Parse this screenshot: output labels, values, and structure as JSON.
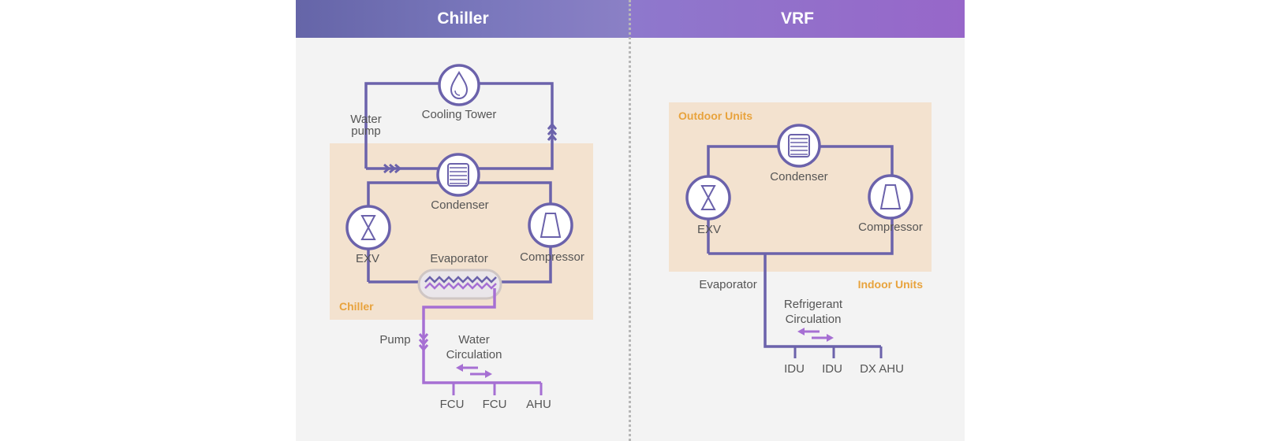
{
  "headers": {
    "left": "Chiller",
    "right": "VRF"
  },
  "chiller": {
    "cooling_tower": "Cooling Tower",
    "water_pump_line1": "Water",
    "water_pump_line2": "pump",
    "condenser": "Condenser",
    "exv": "EXV",
    "compressor": "Compressor",
    "evaporator": "Evaporator",
    "box_label": "Chiller",
    "pump": "Pump",
    "water_circulation_line1": "Water",
    "water_circulation_line2": "Circulation",
    "terminals": [
      "FCU",
      "FCU",
      "AHU"
    ]
  },
  "vrf": {
    "outdoor_units": "Outdoor Units",
    "condenser": "Condenser",
    "exv": "EXV",
    "compressor": "Compressor",
    "evaporator": "Evaporator",
    "indoor_units": "Indoor Units",
    "refrigerant_line1": "Refrigerant",
    "refrigerant_line2": "Circulation",
    "terminals": [
      "IDU",
      "IDU",
      "DX AHU"
    ]
  },
  "colors": {
    "refrigerant_line": "#6b62ab",
    "water_line": "#a66fd3",
    "unit_box": "#f3e2cf",
    "box_label": "#e8a33d",
    "text": "#555555"
  },
  "icons": {
    "cooling_tower": "water-drop-icon",
    "condenser": "coil-icon",
    "exv": "hourglass-valve-icon",
    "compressor": "trapezoid-compressor-icon",
    "evaporator": "zigzag-coil-icon"
  }
}
